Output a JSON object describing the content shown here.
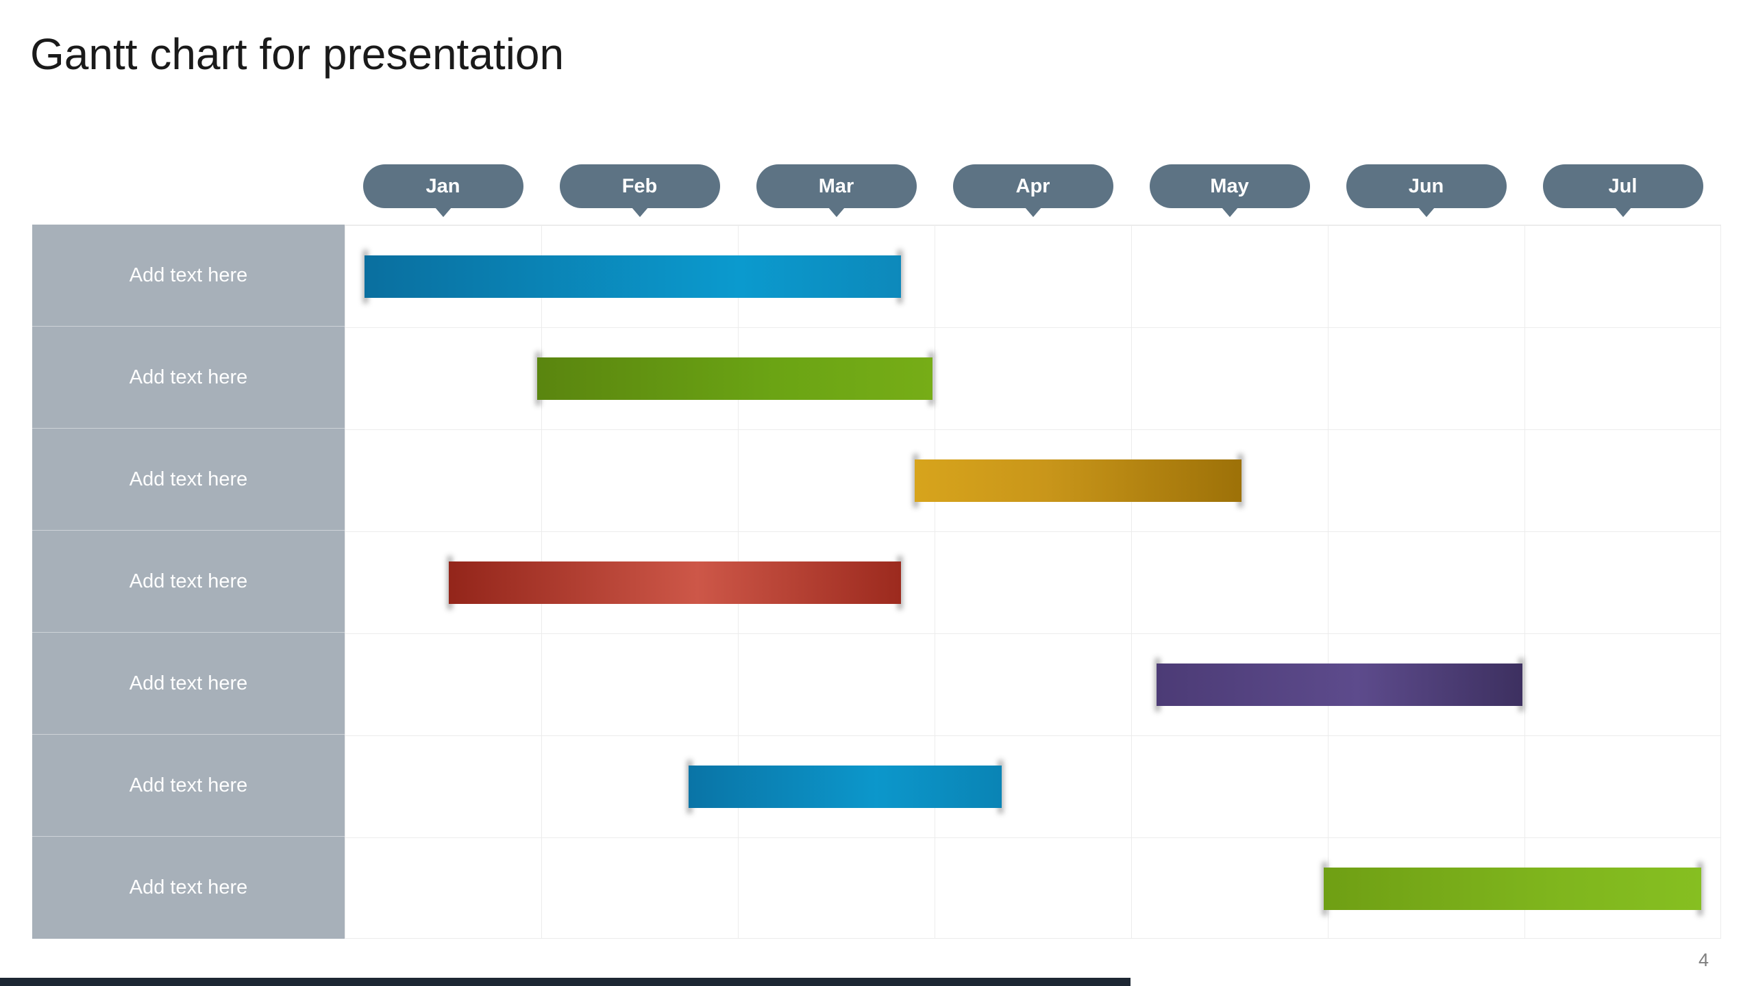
{
  "page": {
    "title": "Gantt chart for presentation",
    "page_number": "4"
  },
  "colors": {
    "month_pill": "#5d7384",
    "row_label_bg": "#a7b0b9",
    "row_label_text": "#ffffff",
    "grid_line": "#ececec",
    "footer_bar": "#1d2733",
    "title_text": "#1a1a1a",
    "page_number_text": "#7f7f7f"
  },
  "chart_data": {
    "type": "gantt",
    "title": "Gantt chart for presentation",
    "months": [
      "Jan",
      "Feb",
      "Mar",
      "Apr",
      "May",
      "Jun",
      "Jul"
    ],
    "x_range": [
      0,
      7
    ],
    "grid": true,
    "rows": [
      {
        "label": "Add text here",
        "bar": {
          "start": 0.1,
          "end": 2.83,
          "color": "blue",
          "gradient": [
            "#0a6f9f 0%",
            "#0b9ace 70%",
            "#0d89bb 100%"
          ]
        }
      },
      {
        "label": "Add text here",
        "bar": {
          "start": 0.98,
          "end": 2.99,
          "color": "green",
          "gradient": [
            "#5a850f 0%",
            "#6ba414 60%",
            "#76ad17 100%"
          ]
        }
      },
      {
        "label": "Add text here",
        "bar": {
          "start": 2.9,
          "end": 4.56,
          "color": "gold",
          "gradient": [
            "#d7a41c 0%",
            "#c9961a 40%",
            "#9d7108 100%"
          ]
        }
      },
      {
        "label": "Add text here",
        "bar": {
          "start": 0.53,
          "end": 2.83,
          "color": "red",
          "gradient": [
            "#93251a 0%",
            "#cd5748 55%",
            "#9c2a1e 100%"
          ]
        }
      },
      {
        "label": "Add text here",
        "bar": {
          "start": 4.13,
          "end": 5.99,
          "color": "purple",
          "gradient": [
            "#4c3b76 0%",
            "#5d4b8c 55%",
            "#3d3060 100%"
          ]
        }
      },
      {
        "label": "Add text here",
        "bar": {
          "start": 1.75,
          "end": 3.34,
          "color": "blue",
          "gradient": [
            "#0a74a6 0%",
            "#0c97cb 60%",
            "#0a84b5 100%"
          ]
        }
      },
      {
        "label": "Add text here",
        "bar": {
          "start": 4.98,
          "end": 6.9,
          "color": "green",
          "gradient": [
            "#6f9f14 0%",
            "#7fb51d 60%",
            "#86bf21 100%"
          ]
        }
      }
    ]
  }
}
